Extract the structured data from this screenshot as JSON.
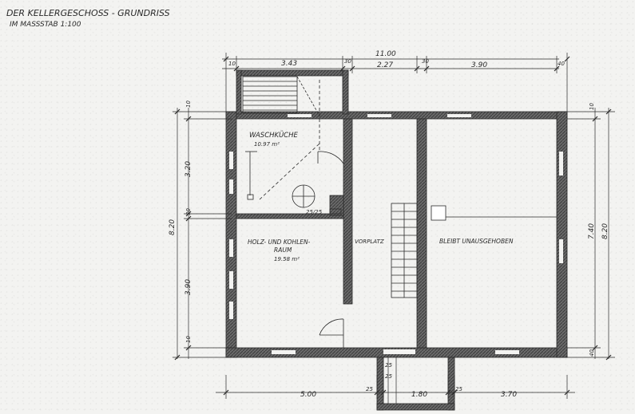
{
  "title": {
    "line1": "DER KELLERGESCHOSS - GRUNDRISS",
    "line2": "IM MASSSTAB 1:100"
  },
  "rooms": {
    "waschkueche": {
      "name": "WASCHKÜCHE",
      "area": "10.97 m²"
    },
    "holz": {
      "name_line1": "HOLZ- UND KOHLEN-",
      "name_line2": "RAUM",
      "area": "19.58 m²"
    },
    "vorplatz": {
      "name": "VORPLATZ"
    },
    "bleibt": {
      "name": "BLEIBT UNAUSGEHOBEN"
    },
    "misc": "25/25"
  },
  "dimensions": {
    "top_total": "11.00",
    "top_segments": [
      "10",
      "3.43",
      "30",
      "2.27",
      "30",
      "3.90",
      "40"
    ],
    "left_total": "8.20",
    "left_segments": [
      "10",
      "3.20",
      "30",
      "3.90",
      "10"
    ],
    "right_total": "8.20",
    "right_inner": "7.40",
    "right_segments": [
      "10",
      "40"
    ],
    "bottom_segments": [
      "5.00",
      "25",
      "1.80",
      "25",
      "3.70"
    ],
    "bottom_extra": [
      "25",
      "25"
    ]
  },
  "colors": {
    "ink": "#2a2a2a",
    "paper": "#f3f3f1",
    "wall": "#5a5a5a"
  }
}
